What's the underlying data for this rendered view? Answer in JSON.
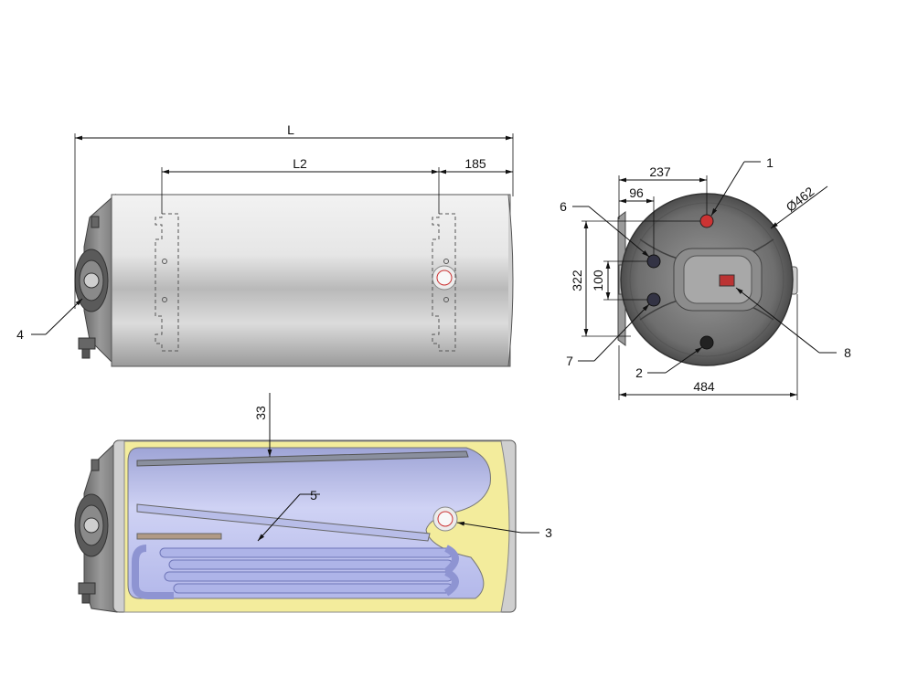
{
  "dimensions": {
    "length": "L",
    "length_l2": "L2",
    "end_offset": "185",
    "insulation": "33",
    "pipe_237": "237",
    "pipe_96": "96",
    "height_322": "322",
    "height_100": "100",
    "diameter": "Ø462",
    "width_484": "484"
  },
  "callouts": {
    "c1": "1",
    "c2": "2",
    "c3": "3",
    "c4": "4",
    "c5": "5",
    "c6": "6",
    "c7": "7",
    "c8": "8"
  },
  "colors": {
    "insulation": "#f3ec9c",
    "inner_tank": "#c9cdf2",
    "coil": "#aeb4e8",
    "body": "#d9d9d9"
  }
}
